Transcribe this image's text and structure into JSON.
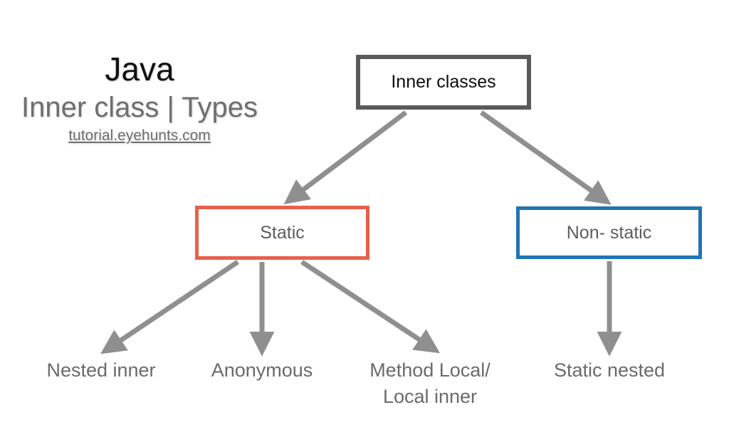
{
  "title": {
    "main": "Java",
    "subtitle": "Inner class | Types",
    "url": "tutorial.eyehunts.com"
  },
  "colors": {
    "root_border": "#5a5a5a",
    "static_border": "#e8604c",
    "nonstatic_border": "#1f74b5",
    "arrow": "#8f8f8f",
    "label_text": "#6a6a6a",
    "background": "#ffffff"
  },
  "diagram": {
    "type": "tree",
    "root": {
      "label": "Inner classes"
    },
    "branches": [
      {
        "id": "static",
        "label": "Static"
      },
      {
        "id": "nonstatic",
        "label": "Non- static"
      }
    ],
    "leaves": [
      {
        "id": "nested-inner",
        "label": "Nested inner",
        "parent": "static"
      },
      {
        "id": "anonymous",
        "label": "Anonymous",
        "parent": "static"
      },
      {
        "id": "method-local",
        "label": "Method Local/\nLocal inner",
        "parent": "static"
      },
      {
        "id": "static-nested",
        "label": "Static nested",
        "parent": "nonstatic"
      }
    ],
    "edges": [
      {
        "from": "root",
        "to": "static"
      },
      {
        "from": "root",
        "to": "nonstatic"
      },
      {
        "from": "static",
        "to": "nested-inner"
      },
      {
        "from": "static",
        "to": "anonymous"
      },
      {
        "from": "static",
        "to": "method-local"
      },
      {
        "from": "nonstatic",
        "to": "static-nested"
      }
    ]
  }
}
